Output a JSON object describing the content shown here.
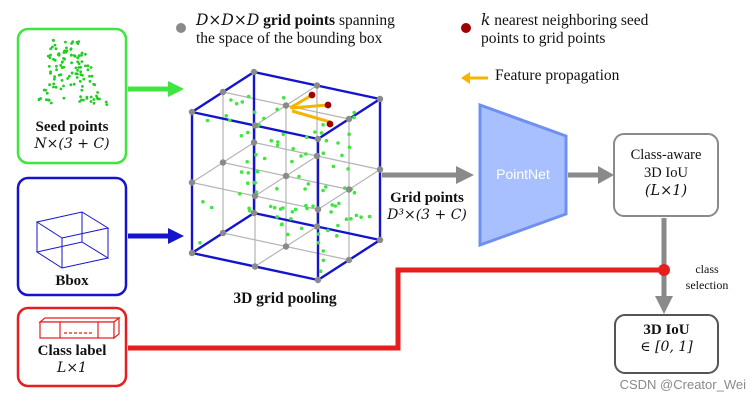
{
  "legend": {
    "grid_points_prefix": "D×D×D",
    "grid_points_bold": "grid points",
    "grid_points_rest": "spanning",
    "grid_points_line2": "the space of the bounding box",
    "knn_k": "k",
    "knn_line1_rest": "nearest neighboring seed",
    "knn_line2": "points to grid points",
    "feature_propagation": "Feature propagation"
  },
  "seed_box": {
    "title": "Seed points",
    "dims": "N×(3 + C)"
  },
  "bbox_box": {
    "title": "Bbox"
  },
  "class_label_box": {
    "title": "Class label",
    "dims": "L×1"
  },
  "grid_caption": "3D grid pooling",
  "grid_points_output": {
    "title": "Grid points",
    "dims": "D³×(3 + C)"
  },
  "pointnet": {
    "label": "PointNet"
  },
  "class_aware_iou": {
    "line1": "Class-aware",
    "line2": "3D IoU",
    "line3": "(L×1)"
  },
  "class_selection": {
    "line1": "class",
    "line2": "selection"
  },
  "final_iou": {
    "title": "3D IoU",
    "range": "∈ [0, 1]"
  },
  "watermark": "CSDN @Creator_Wei",
  "colors": {
    "green": "#3fe63f",
    "blue": "#1414cc",
    "red": "#e61e1e",
    "gray_arrow": "#8a8a8a",
    "pointnet_fill": "#a8c0ff",
    "pointnet_stroke": "#6f90f0",
    "orange": "#f5b400",
    "dark_red": "#a00000"
  }
}
